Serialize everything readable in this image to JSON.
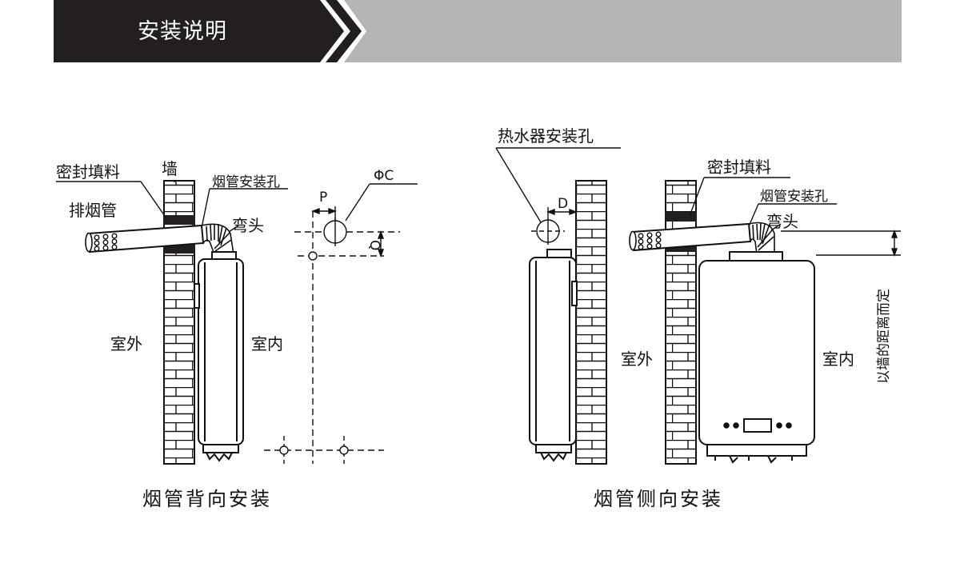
{
  "header": {
    "title": "安装说明",
    "colors": {
      "dark": "#231f20",
      "gray": "#b5b5b5",
      "white": "#ffffff"
    }
  },
  "left_diagram": {
    "caption": "烟管背向安装",
    "labels": {
      "seal": "密封填料",
      "wall": "墙",
      "exhaust_pipe": "排烟管",
      "flue_hole": "烟管安装孔",
      "elbow": "弯头",
      "outdoor": "室外",
      "indoor": "室内",
      "dim_p": "P",
      "dim_phi_c": "ΦC",
      "dim_q": "Q"
    }
  },
  "right_diagram": {
    "caption": "烟管侧向安装",
    "labels": {
      "heater_hole": "热水器安装孔",
      "dim_d": "D",
      "seal": "密封填料",
      "flue_hole": "烟管安装孔",
      "elbow": "弯头",
      "outdoor": "室外",
      "indoor": "室内",
      "distance_note": "以墙的距离而定"
    }
  }
}
